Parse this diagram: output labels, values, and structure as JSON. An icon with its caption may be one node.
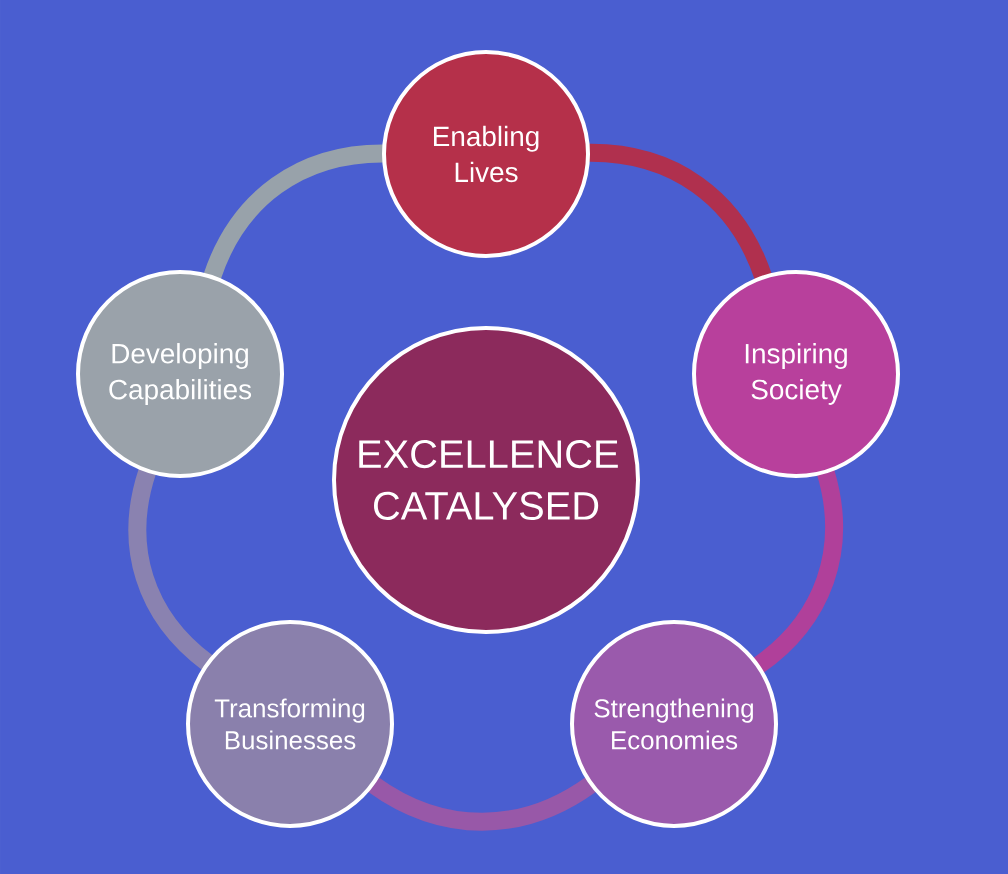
{
  "diagram": {
    "nodes": [
      {
        "text": [
          "EXCELLENCE CATALYSED"
        ]
      },
      {
        "text": [
          "Enabling Lives"
        ]
      },
      {
        "text": [
          "Inspiring Society"
        ]
      },
      {
        "text": [
          "Strengthening Economies"
        ]
      },
      {
        "text": [
          "Transforming Businesses"
        ]
      },
      {
        "text": [
          "Developing Capabilities"
        ]
      }
    ],
    "edges": [
      {
        "from": 1,
        "to": 2,
        "arrow": "none",
        "color": "#b0304e"
      },
      {
        "from": 2,
        "to": 3,
        "arrow": "none",
        "color": "#b0409a"
      },
      {
        "from": 3,
        "to": 4,
        "arrow": "none",
        "color": "#9858a8"
      },
      {
        "from": 4,
        "to": 5,
        "arrow": "none",
        "color": "#8a82b0"
      },
      {
        "from": 5,
        "to": 1,
        "arrow": "none",
        "color": "#98a2aa"
      }
    ]
  }
}
